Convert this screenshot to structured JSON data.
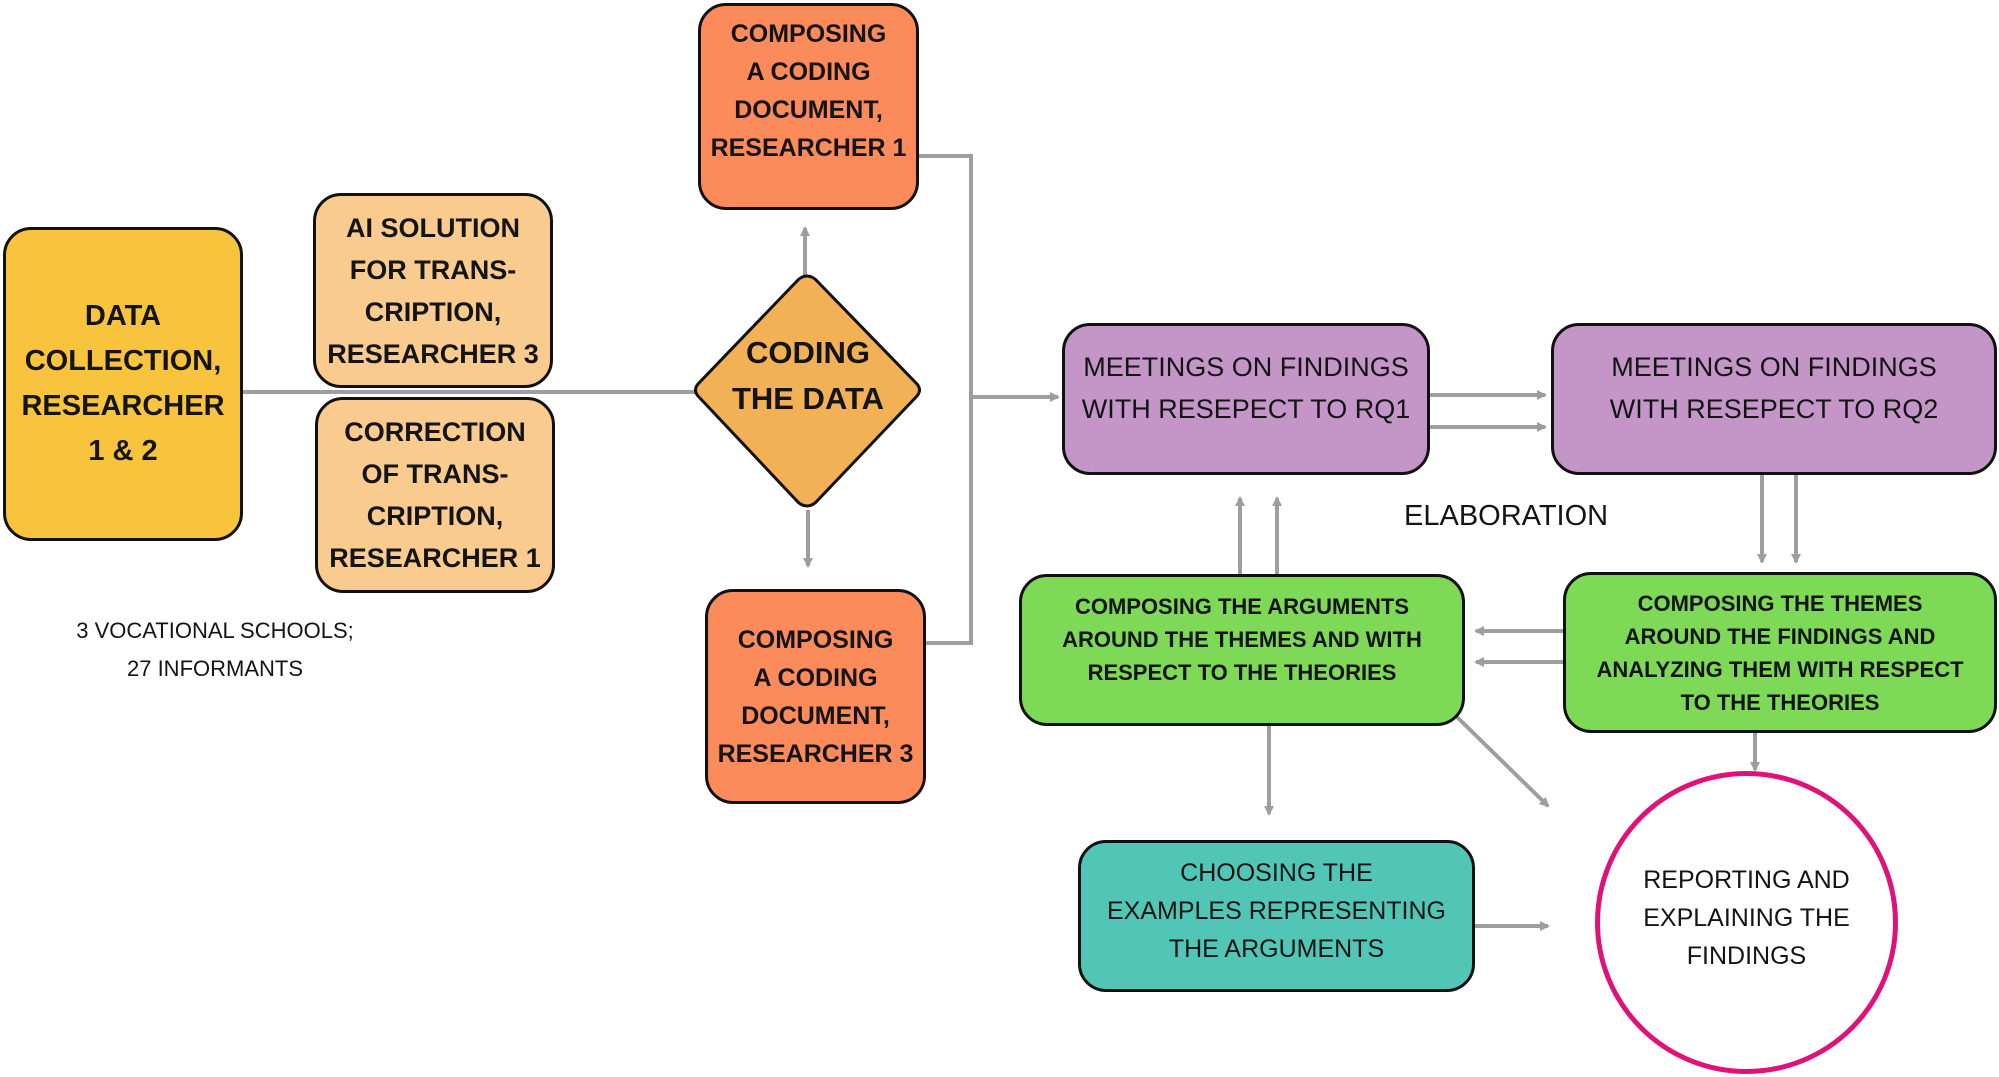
{
  "diagram": {
    "nodes": {
      "data_collection": "DATA\nCOLLECTION,\nRESEARCHER\n1 & 2",
      "ai_solution": "AI SOLUTION\nFOR TRANS-\nCRIPTION,\nRESEARCHER 3",
      "correction": "CORRECTION\nOF TRANS-\nCRIPTION,\nRESEARCHER 1",
      "coding_data": "CODING\nTHE DATA",
      "coding_doc_r1": "COMPOSING\nA CODING\nDOCUMENT,\nRESEARCHER 1",
      "coding_doc_r3": "COMPOSING\nA CODING\nDOCUMENT,\nRESEARCHER 3",
      "meetings_rq1": "MEETINGS ON FINDINGS\nWITH RESEPECT TO RQ1",
      "meetings_rq2": "MEETINGS ON FINDINGS\nWITH RESEPECT TO RQ2",
      "composing_arguments": "COMPOSING THE ARGUMENTS\nAROUND THE THEMES AND WITH\nRESPECT TO THE THEORIES",
      "composing_themes": "COMPOSING THE THEMES\nAROUND THE FINDINGS AND\nANALYZING THEM WITH RESPECT\nTO THE THEORIES",
      "choosing_examples": "CHOOSING THE\nEXAMPLES REPRESENTING\nTHE ARGUMENTS",
      "reporting": "REPORTING AND\nEXPLAINING THE\nFINDINGS"
    },
    "labels": {
      "sample": "3 VOCATIONAL SCHOOLS;\n27 INFORMANTS",
      "elaboration": "ELABORATION"
    },
    "edges": [
      {
        "from": "data_collection",
        "to": "coding_data"
      },
      {
        "from": "coding_data",
        "to": "coding_doc_r1"
      },
      {
        "from": "coding_data",
        "to": "coding_doc_r3"
      },
      {
        "from": "coding_doc_r1",
        "to": "meetings_rq1"
      },
      {
        "from": "coding_doc_r3",
        "to": "meetings_rq1"
      },
      {
        "from": "meetings_rq1",
        "to": "meetings_rq2",
        "double": true
      },
      {
        "from": "meetings_rq2",
        "to": "composing_themes",
        "double": true
      },
      {
        "from": "composing_themes",
        "to": "composing_arguments",
        "double": true
      },
      {
        "from": "composing_arguments",
        "to": "meetings_rq1",
        "double": true
      },
      {
        "from": "composing_arguments",
        "to": "choosing_examples"
      },
      {
        "from": "composing_arguments",
        "to": "reporting"
      },
      {
        "from": "composing_themes",
        "to": "reporting"
      },
      {
        "from": "choosing_examples",
        "to": "reporting"
      }
    ],
    "colors": {
      "data_collection": "#F8C43E",
      "transcription": "#F9CB8E",
      "coding": "#F2B155",
      "coding_document": "#FC8B5C",
      "meetings": "#C495C7",
      "composing": "#7ED957",
      "examples": "#52C6B6",
      "reporting_border": "#E0127A",
      "connector": "#9E9E9E"
    }
  }
}
